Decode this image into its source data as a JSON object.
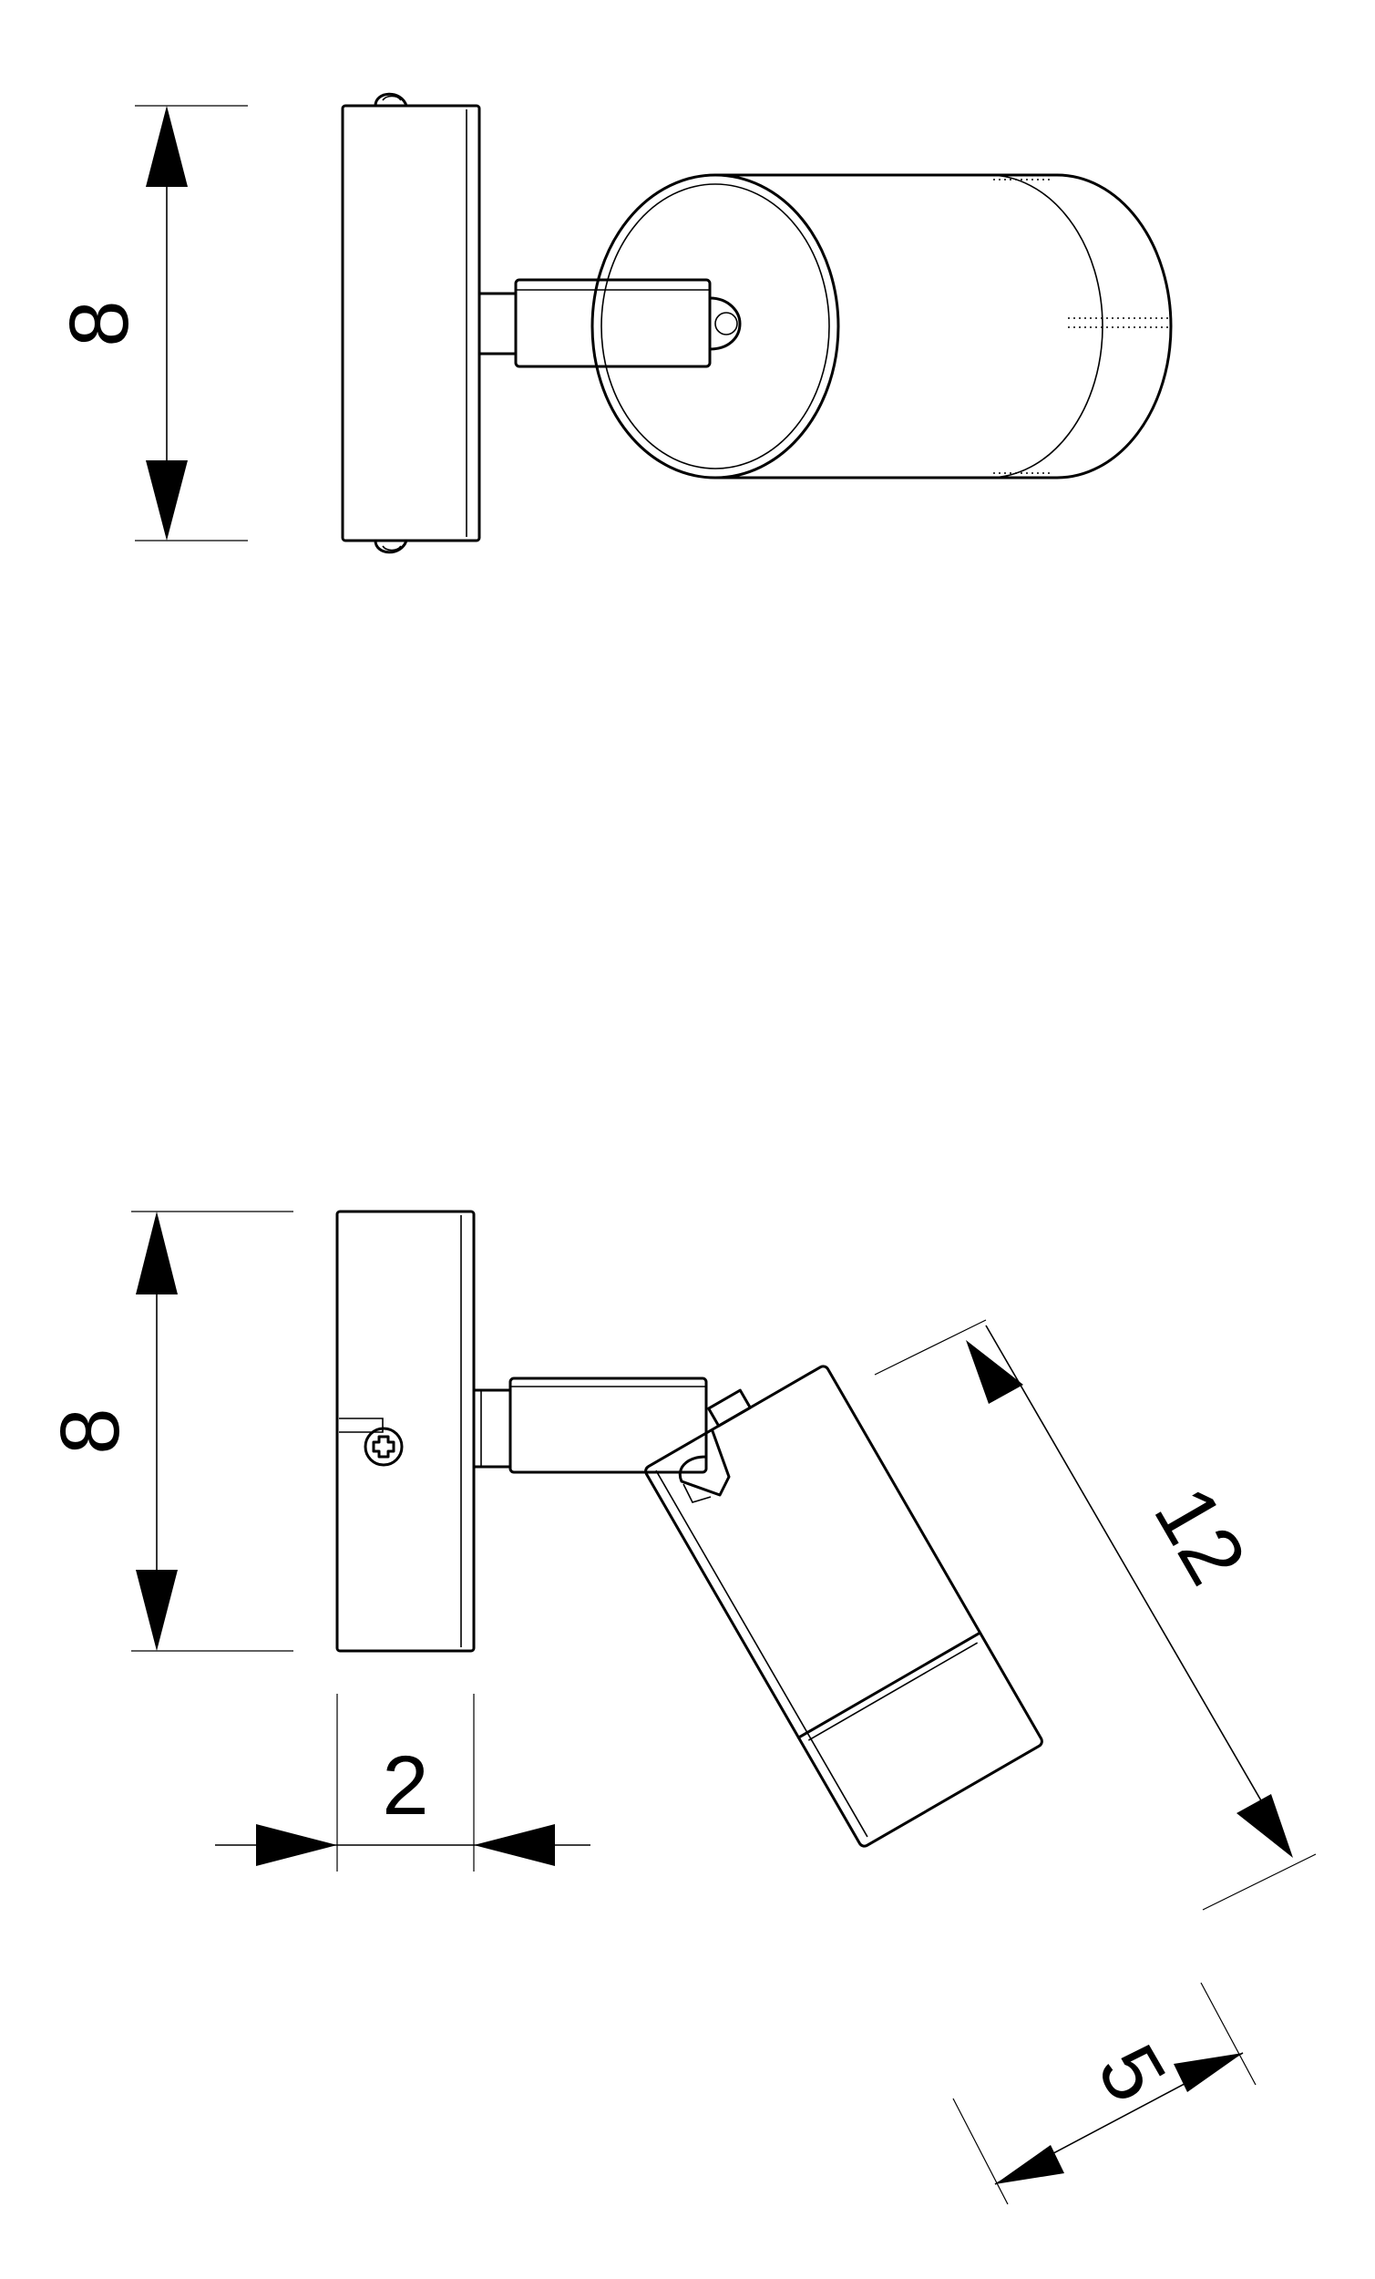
{
  "views": {
    "top": {
      "height_dimension": "8"
    },
    "bottom": {
      "height_dimension": "8",
      "depth_dimension": "2",
      "length_dimension": "12",
      "diameter_dimension": "5"
    }
  }
}
